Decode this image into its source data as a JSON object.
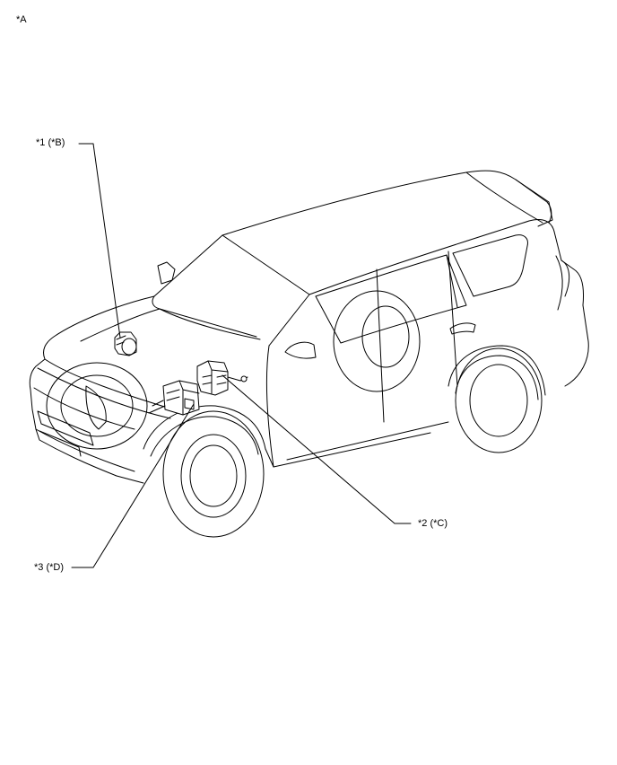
{
  "figure_label": "*A",
  "callouts": {
    "c1": "*1 (*B)",
    "c2": "*2 (*C)",
    "c3": "*3 (*D)"
  },
  "colors": {
    "line": "#000000",
    "background": "#ffffff"
  }
}
